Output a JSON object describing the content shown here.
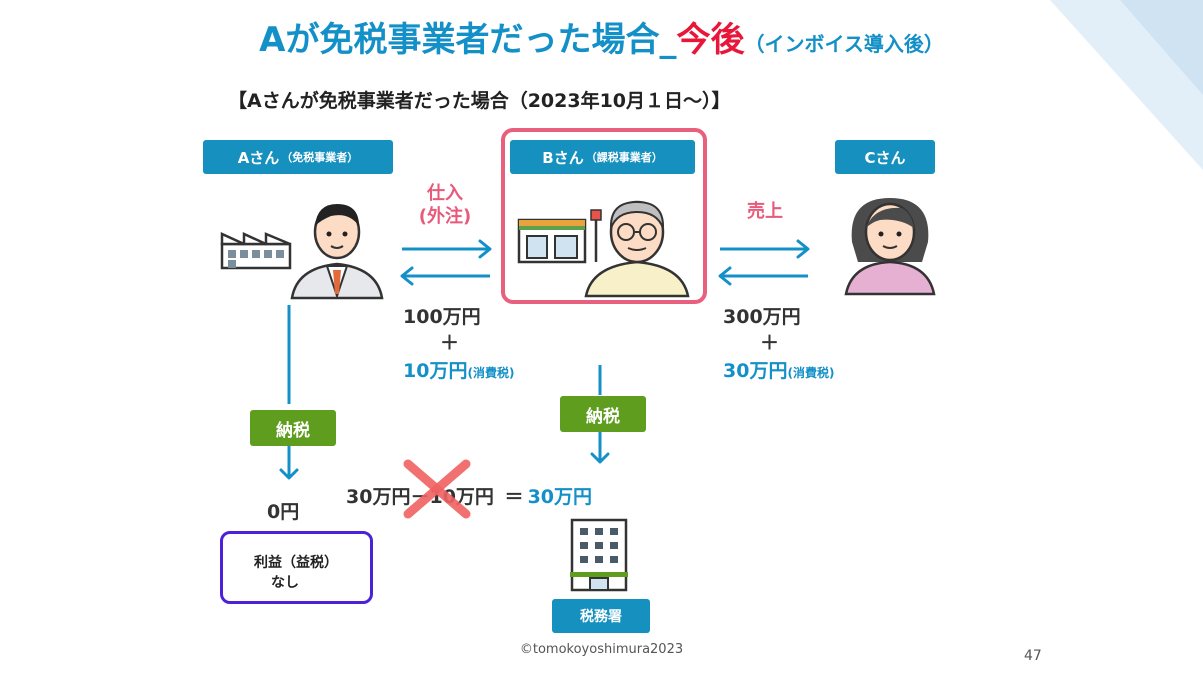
{
  "title": {
    "main": "Aが免税事業者だった場合_",
    "highlight": "今後",
    "sub": "（インボイス導入後）"
  },
  "subtitle": "【Aさんが免税事業者だった場合（2023年10月１日〜）】",
  "persons": {
    "a": {
      "label": "Aさん",
      "note": "（免税事業者）"
    },
    "b": {
      "label": "Bさん",
      "note": "（課税事業者）"
    },
    "c": {
      "label": "Cさん"
    }
  },
  "flows": {
    "ab_label_1": "仕入",
    "ab_label_2": "(外注)",
    "bc_label": "売上",
    "ab_amount": "100万円",
    "ab_plus": "＋",
    "ab_tax": "10万円",
    "tax_note": "(消費税)",
    "bc_amount": "300万円",
    "bc_plus": "＋",
    "bc_tax": "30万円"
  },
  "tax": {
    "a_label": "納税",
    "b_label": "納税",
    "a_amount": "0円",
    "profit_line1": "利益（益税）",
    "profit_line2": "なし",
    "eq_left": "30万円",
    "eq_minus": "－",
    "eq_mid": "10万円",
    "eq_equals": "＝",
    "eq_result": "30万円",
    "office": "税務署"
  },
  "footer": {
    "copyright": "©tomokoyoshimura2023",
    "page": "47"
  },
  "colors": {
    "accent_blue": "#1490c8",
    "highlight_red": "#e8173a",
    "tax_green": "#5f9d1e",
    "b_box_pink": "#e8607e",
    "profit_box": "#4a23d8",
    "cross": "#f06262"
  }
}
